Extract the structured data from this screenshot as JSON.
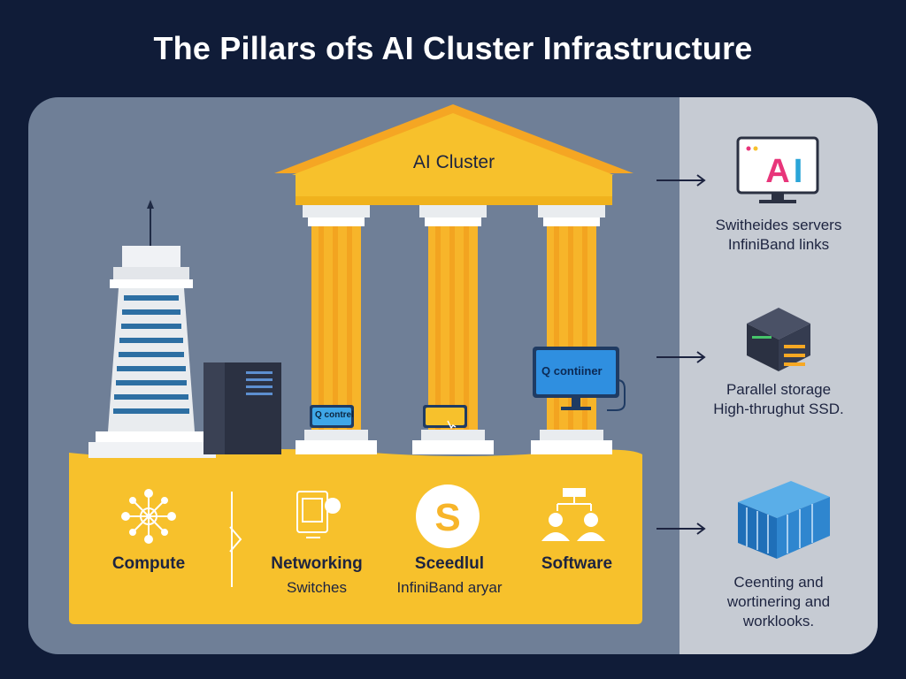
{
  "title": "The Pillars ofs AI Cluster Infrastructure",
  "pillar": {
    "title": "AI Cluster"
  },
  "chips": {
    "left": "Q contrel",
    "right": ""
  },
  "monitor": {
    "label": "Q contiiner"
  },
  "base_items": [
    {
      "label": "Compute",
      "sub": "",
      "icon": "network-atom-icon"
    },
    {
      "label": "Networking",
      "sub": "Switches",
      "icon": "router-device-icon"
    },
    {
      "label": "Sceedlul",
      "sub": "InfiniBand aryar",
      "icon": "s-letter-icon"
    },
    {
      "label": "Software",
      "sub": "",
      "icon": "team-hierarchy-icon"
    }
  ],
  "right_items": [
    {
      "icon": "ai-monitor-icon",
      "lines": [
        "Switheides servers",
        "InfiniBand links"
      ]
    },
    {
      "icon": "server-rack-icon",
      "lines": [
        "Parallel storage",
        "High-thrughut SSD."
      ]
    },
    {
      "icon": "storage-blocks-icon",
      "lines": [
        "Ceenting and",
        "wortinering and",
        "worklooks."
      ]
    }
  ],
  "colors": {
    "background": "#101c38",
    "panel": "#6f7f97",
    "panel_right": "#c6cbd3",
    "accent_yellow": "#f7c12c",
    "text_dark": "#1d2440"
  }
}
